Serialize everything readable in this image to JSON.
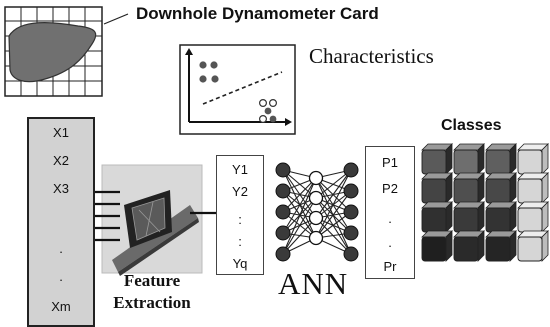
{
  "title_card": "Downhole Dynamometer Card",
  "title_characteristics": "Characteristics",
  "title_classes": "Classes",
  "feature_label_line1": "Feature",
  "feature_label_line2": "Extraction",
  "ann_label": "ANN",
  "input_vector": [
    "X1",
    "X2",
    "X3",
    ".",
    ".",
    "Xm"
  ],
  "feature_vector": [
    "Y1",
    "Y2",
    ":",
    ":",
    "Yq"
  ],
  "output_vector": [
    "P1",
    "P2",
    ".",
    ".",
    "Pr"
  ],
  "colors": {
    "node": "#3a3a3a",
    "grid": "#222222",
    "panel": "#d2d2d2"
  }
}
